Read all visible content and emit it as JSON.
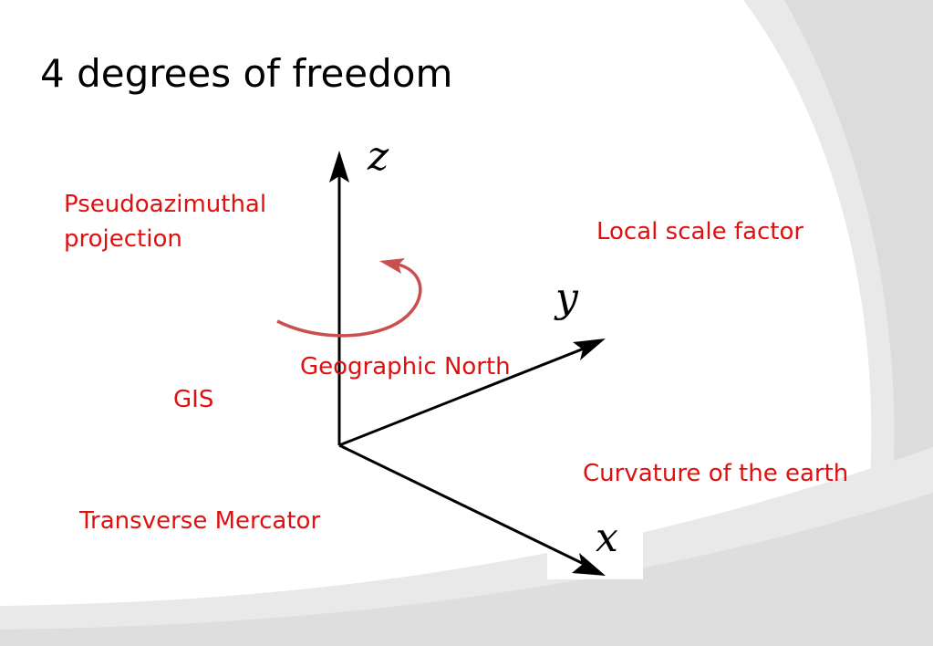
{
  "slide": {
    "title": "4 degrees of freedom"
  },
  "diagram": {
    "axes": {
      "z": "z",
      "y": "y",
      "x": "x"
    },
    "labels": {
      "pseudoazimuthal": "Pseudoazimuthal\nprojection",
      "local_scale_factor": "Local scale factor",
      "geographic_north": "Geographic North",
      "gis": "GIS",
      "curvature": "Curvature of the earth",
      "transverse_mercator": "Transverse Mercator"
    },
    "colors": {
      "label_text": "#e01010",
      "rotation_arrow": "#c9504f",
      "axis": "#000000",
      "background_swoosh": "#e6e6e6"
    }
  }
}
